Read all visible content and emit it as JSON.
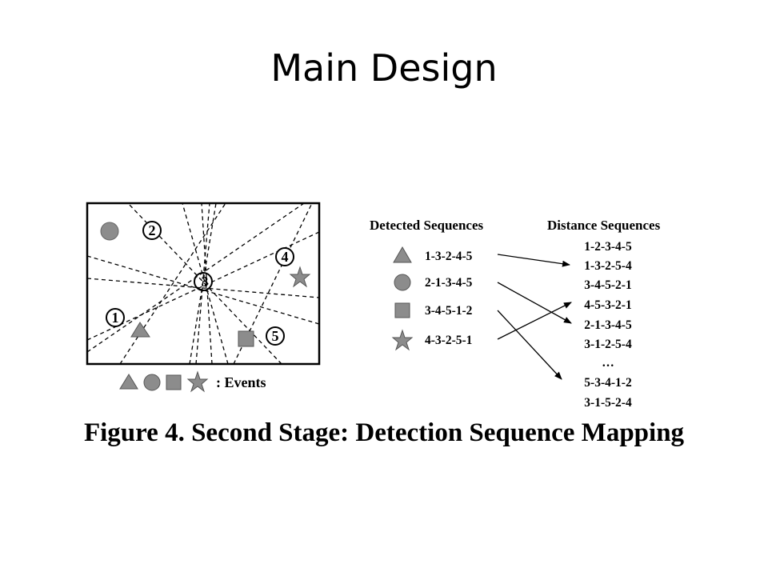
{
  "slide": {
    "title": "Main Design"
  },
  "figure": {
    "caption": "Figure 4. Second Stage: Detection Sequence Mapping",
    "nodes": [
      "1",
      "2",
      "3",
      "4",
      "5"
    ],
    "events_label": ": Events",
    "detected_header": "Detected Sequences",
    "distance_header": "Distance Sequences",
    "detected_sequences": [
      {
        "symbol": "triangle-icon",
        "label": "1-3-2-4-5"
      },
      {
        "symbol": "circle-icon",
        "label": "2-1-3-4-5"
      },
      {
        "symbol": "square-icon",
        "label": "3-4-5-1-2"
      },
      {
        "symbol": "star-icon",
        "label": "4-3-2-5-1"
      }
    ],
    "distance_sequences": [
      "1-2-3-4-5",
      "1-3-2-5-4",
      "3-4-5-2-1",
      "4-5-3-2-1",
      "2-1-3-4-5",
      "3-1-2-5-4",
      "…",
      "5-3-4-1-2",
      "3-1-5-2-4"
    ],
    "mappings": [
      {
        "from": "1-3-2-4-5",
        "to": "1-3-2-5-4"
      },
      {
        "from": "2-1-3-4-5",
        "to": "2-1-3-4-5"
      },
      {
        "from": "3-4-5-1-2",
        "to": "5-3-4-1-2"
      },
      {
        "from": "4-3-2-5-1",
        "to": "4-5-3-2-1"
      }
    ],
    "colors": {
      "symbol_fill": "#8c8c8c",
      "line": "#000000"
    }
  }
}
